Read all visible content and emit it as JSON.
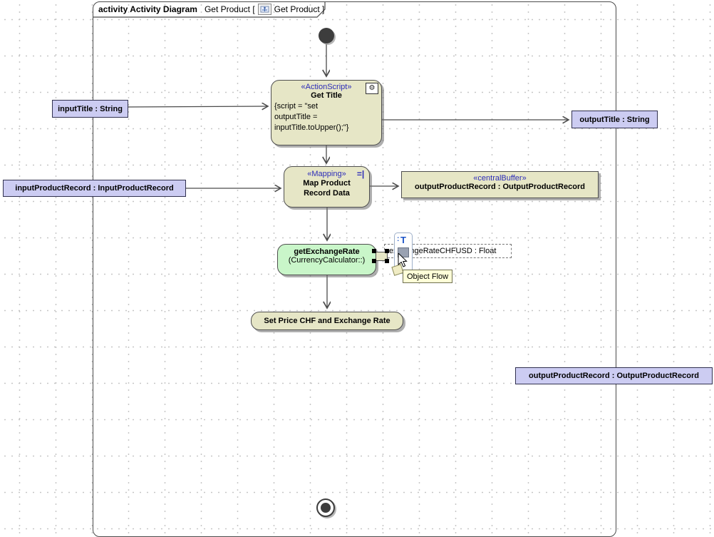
{
  "frame": {
    "title_keyword": "activity Activity Diagram",
    "title_name": "Get Product [",
    "title_suffix": "Get Product ]"
  },
  "nodes": {
    "get_title": {
      "stereotype": "«ActionScript»",
      "name": "Get Title",
      "script": "{script = \"set\noutputTitle =\ninputTitle.toUpper();\"}"
    },
    "map_product_record_data": {
      "stereotype": "«Mapping»",
      "name": "Map Product Record Data"
    },
    "output_product_record_buffer": {
      "stereotype": "«centralBuffer»",
      "name": "outputProductRecord : OutputProductRecord"
    },
    "get_exchange_rate": {
      "name": "getExchangeRate",
      "parent": "(CurrencyCalculator::)"
    },
    "set_price": {
      "name": "Set Price CHF and Exchange Rate"
    }
  },
  "object_labels": {
    "input_title": "inputTitle : String",
    "output_title": "outputTitle : String",
    "input_product_record": "inputProductRecord : InputProductRecord",
    "output_product_record": "outputProductRecord : OutputProductRecord",
    "exchange_rate_pin_label": "exchangeRateCHFUSD : Float"
  },
  "tooltip": {
    "text": "Object Flow"
  },
  "icons": {
    "title_diagram": "activity-diagram-icon",
    "script_gear_glyph": "⚙",
    "mapping_glyph": "=|",
    "text_tool_glyph": "T"
  },
  "colors": {
    "node_fill": "#e6e6c6",
    "green_fill": "#c9f6c9",
    "label_fill": "#ccccf2",
    "stereotype_blue": "#2b2bb8",
    "edge": "#4b4b4b",
    "grid_dot": "#c6c6c6"
  }
}
